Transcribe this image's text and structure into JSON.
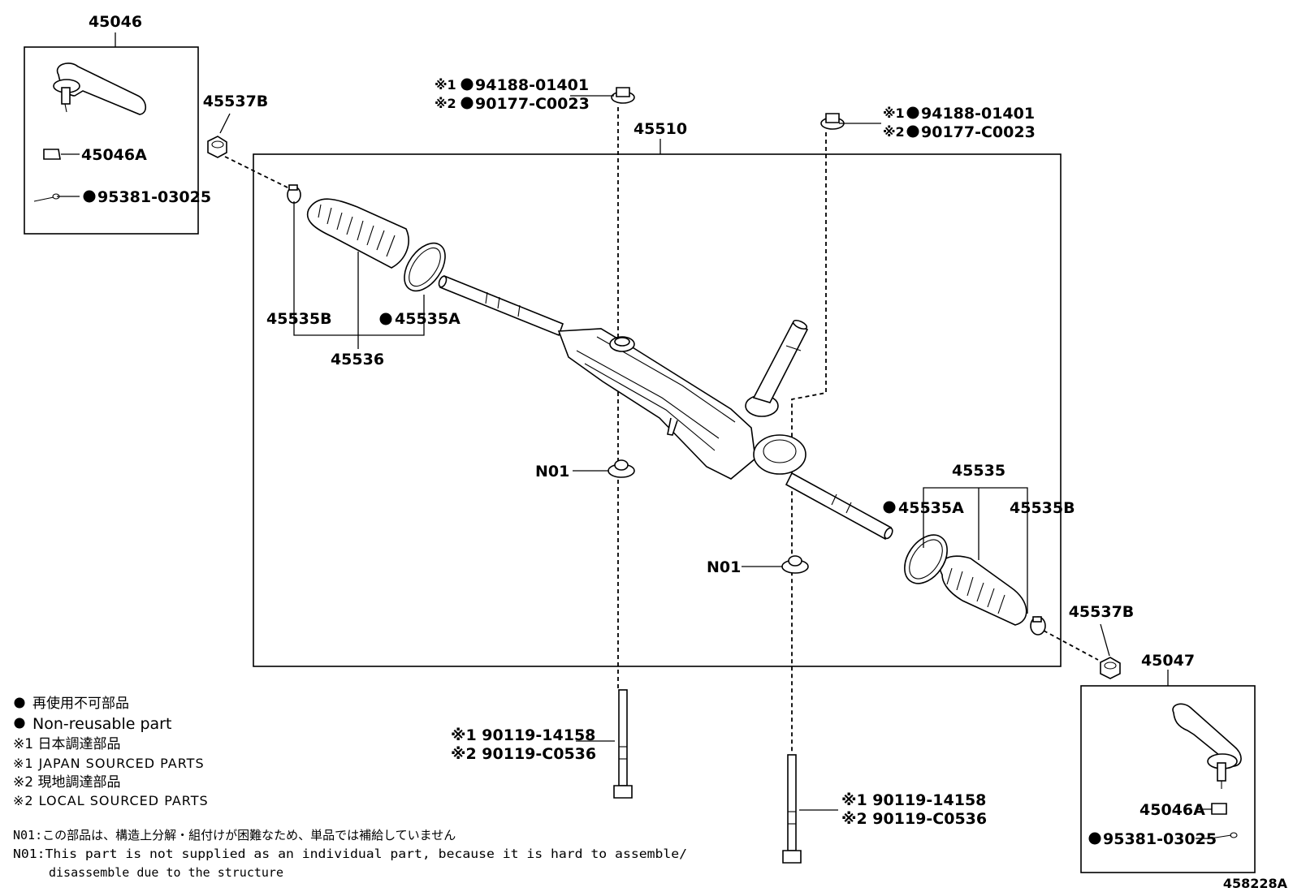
{
  "labels": {
    "tie_rod_end_left": "45046",
    "tie_rod_end_right": "45047",
    "nut_left_box": "45046A",
    "nut_right_box": "45046A",
    "cotter_pin_left": "95381-03025",
    "cotter_pin_right": "95381-03025",
    "lock_nut_left": "45537B",
    "lock_nut_right": "45537B",
    "gear_assembly": "45510",
    "boot_clip_left": "45535B",
    "boot_band_left": "45535A",
    "boot_kit_left": "45536",
    "boot_kit_right": "45535",
    "boot_band_right": "45535A",
    "boot_clip_right": "45535B",
    "n01_upper": "N01",
    "n01_lower": "N01",
    "bolt_top_left_1_prefix": "※1",
    "bolt_top_left_1": "94188-01401",
    "bolt_top_left_2_prefix": "※2",
    "bolt_top_left_2": "90177-C0023",
    "bolt_top_right_1_prefix": "※1",
    "bolt_top_right_1": "94188-01401",
    "bolt_top_right_2_prefix": "※2",
    "bolt_top_right_2": "90177-C0023",
    "bolt_bottom_left_1": "※1 90119-14158",
    "bolt_bottom_left_2": "※2 90119-C0536",
    "bolt_bottom_right_1": "※1 90119-14158",
    "bolt_bottom_right_2": "※2 90119-C0536",
    "figure_code": "458228A"
  },
  "legend": {
    "non_reusable_jp": "再使用不可部品",
    "non_reusable_en": "Non-reusable part",
    "japan_sourced_jp": "※1 日本調達部品",
    "japan_sourced_en": "※1 JAPAN SOURCED PARTS",
    "local_sourced_jp": "※2 現地調達部品",
    "local_sourced_en": "※2 LOCAL SOURCED PARTS"
  },
  "notes": {
    "n01_jp": "N01:この部品は、構造上分解・組付けが困難なため、単品では補給していません",
    "n01_en_line1": "N01:This part is not supplied as an individual part, because it is hard to assemble/",
    "n01_en_line2": "disassemble due to the structure"
  }
}
